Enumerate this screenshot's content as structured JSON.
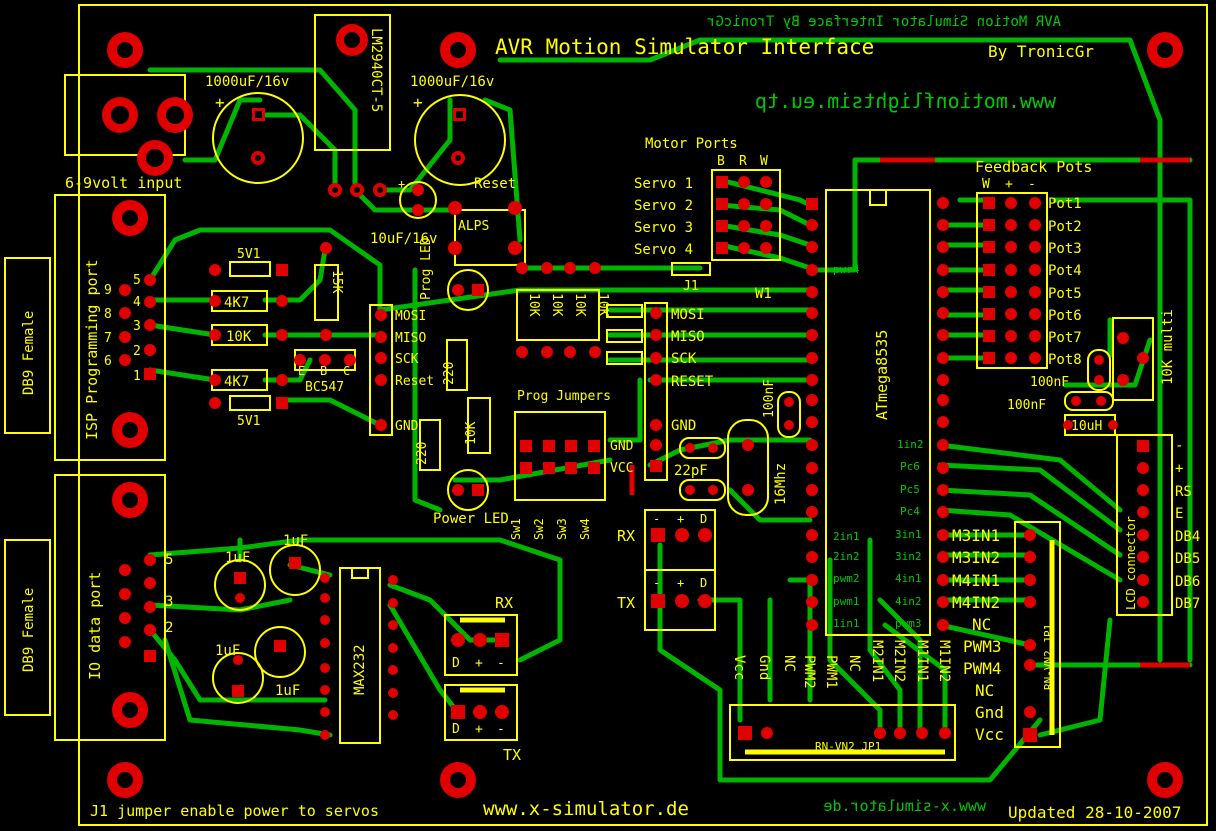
{
  "title": "AVR Motion Simulator Interface",
  "author": "By TronicGr",
  "mirror_title": "AVR Motion Simulator Interface   By TronicGr",
  "website_mirror": "www.motionflightsim.eu.tp",
  "footer": {
    "note": "J1 jumper enable power to servos",
    "site": "www.x-simulator.de",
    "site_mirror": "www.x-simulator.de",
    "updated": "Updated 28-10-2007"
  },
  "power": {
    "input_label": "6-9volt input",
    "cap1": "1000uF/16v",
    "cap2": "1000uF/16v",
    "regulator": "LM2940CT-5",
    "cap_small": "10uF/16v",
    "reset_label": "Reset",
    "alps": "ALPS",
    "prog_led": "Prog LED",
    "power_led": "Power LED"
  },
  "isp": {
    "connector": "DB9 Female",
    "port_label": "ISP Programming port",
    "pins_right": [
      "5",
      "4",
      "3",
      "2",
      "1"
    ],
    "pins_left": [
      "9",
      "8",
      "7",
      "6"
    ],
    "zener1": "5V1",
    "zener2": "5V1",
    "r1": "4K7",
    "r2": "10K",
    "r3": "4K7",
    "r4": "15K",
    "transistor": "BC547",
    "tpins": [
      "E",
      "B",
      "C"
    ],
    "signals": [
      "MOSI",
      "MISO",
      "SCK",
      "Reset",
      "GND"
    ]
  },
  "io": {
    "connector": "DB9 Female",
    "port_label": "IO data port",
    "pins": [
      "5",
      "3",
      "2"
    ],
    "caps": [
      "1uF",
      "1uF",
      "1uF",
      "1uF"
    ],
    "ic": "MAX232",
    "rx": "RX",
    "tx": "TX",
    "conn_pins": [
      "D",
      "+",
      "-"
    ]
  },
  "prog": {
    "resistors": [
      "10K",
      "10K",
      "10K",
      "10K"
    ],
    "r220a": "220",
    "r220b": "220",
    "r10k": "10K",
    "jumpers_label": "Prog Jumpers",
    "switches": [
      "Sw1",
      "Sw2",
      "Sw3",
      "Sw4"
    ],
    "signals": [
      "MOSI",
      "MISO",
      "SCK",
      "RESET",
      "GND"
    ],
    "gnd": "GND",
    "vcc": "VCC"
  },
  "motor": {
    "label": "Motor Ports",
    "cols": [
      "B",
      "R",
      "W"
    ],
    "servos": [
      "Servo 1",
      "Servo 2",
      "Servo 3",
      "Servo 4"
    ],
    "j1": "J1",
    "w1": "W1",
    "pwr4": "pwr4"
  },
  "mcu": {
    "name": "ATmega8535",
    "cap100nf": "100nF",
    "cap22pf": "22pF",
    "crystal": "16Mhz",
    "pins_left": [
      "2in1",
      "2in2",
      "pwm2",
      "pwm1",
      "1in1"
    ],
    "pins_right": [
      "1in2",
      "Pc6",
      "Pc5",
      "Pc4",
      "3in1",
      "3in2",
      "4in1",
      "4in2",
      "pwm3"
    ],
    "rx": "RX",
    "tx": "TX",
    "rxtx_pins": [
      "-",
      "+",
      "D"
    ]
  },
  "feedback": {
    "label": "Feedback Pots",
    "cols": [
      "W",
      "+",
      "-"
    ],
    "pots": [
      "Pot1",
      "Pot2",
      "Pot3",
      "Pot4",
      "Pot5",
      "Pot6",
      "Pot7",
      "Pot8"
    ],
    "cap1": "100nF",
    "cap2": "100nF",
    "inductor": "10uH",
    "trimmer": "10K multi"
  },
  "lcd": {
    "label": "LCD connector",
    "pins": [
      "-",
      "+",
      "RS",
      "E",
      "DB4",
      "DB5",
      "DB6",
      "DB7"
    ]
  },
  "rnvn2": {
    "label_v": "RN-VN2 JP1",
    "label_h": "RN-VN2 JP1",
    "pins_right": [
      "M3IN1",
      "M3IN2",
      "M4IN1",
      "M4IN2",
      "NC",
      "PWM3",
      "PWM4",
      "NC",
      "Gnd",
      "Vcc"
    ],
    "pins_bottom": [
      "Vcc",
      "Gnd",
      "NC",
      "PWM2",
      "PWM1",
      "NC",
      "M2IN1",
      "M2IN2",
      "M1IN1",
      "M1IN2"
    ]
  }
}
